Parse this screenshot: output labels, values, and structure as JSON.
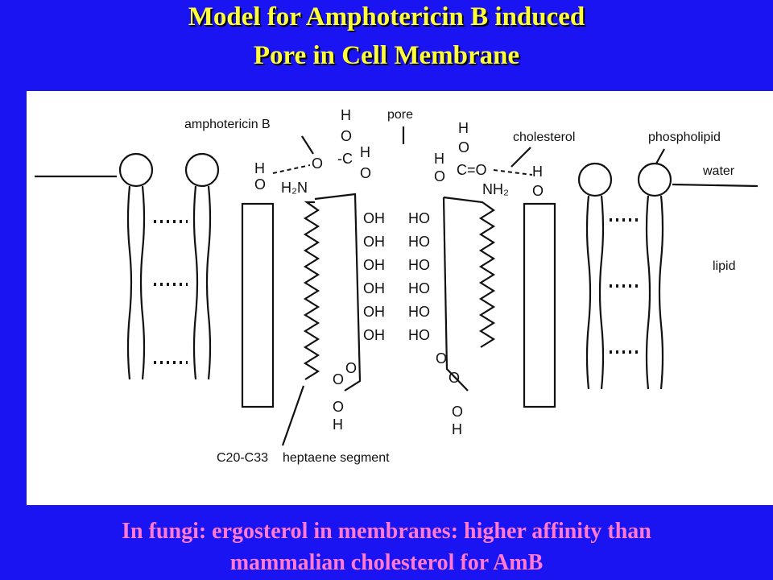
{
  "title": {
    "line1": "Model for Amphotericin B induced",
    "line2": "Pore in Cell Membrane"
  },
  "diagram": {
    "labels": {
      "amphotericin": "amphotericin B",
      "pore": "pore",
      "cholesterol": "cholesterol",
      "phospholipid": "phospholipid",
      "water": "water",
      "lipid": "lipid",
      "segment": "heptaene segment",
      "segment_prefix": "C20-C33"
    },
    "hydroxyl_left": [
      "OH",
      "OH",
      "OH",
      "OH",
      "OH",
      "OH"
    ],
    "hydroxyl_right": [
      "HO",
      "HO",
      "HO",
      "HO",
      "HO",
      "HO"
    ]
  },
  "caption": {
    "line1": "In fungi: ergosterol in membranes: higher affinity than",
    "line2": "mammalian cholesterol for AmB"
  },
  "colors": {
    "background": "#1a14f2",
    "title": "#ffff3c",
    "caption": "#ff7ad0"
  }
}
